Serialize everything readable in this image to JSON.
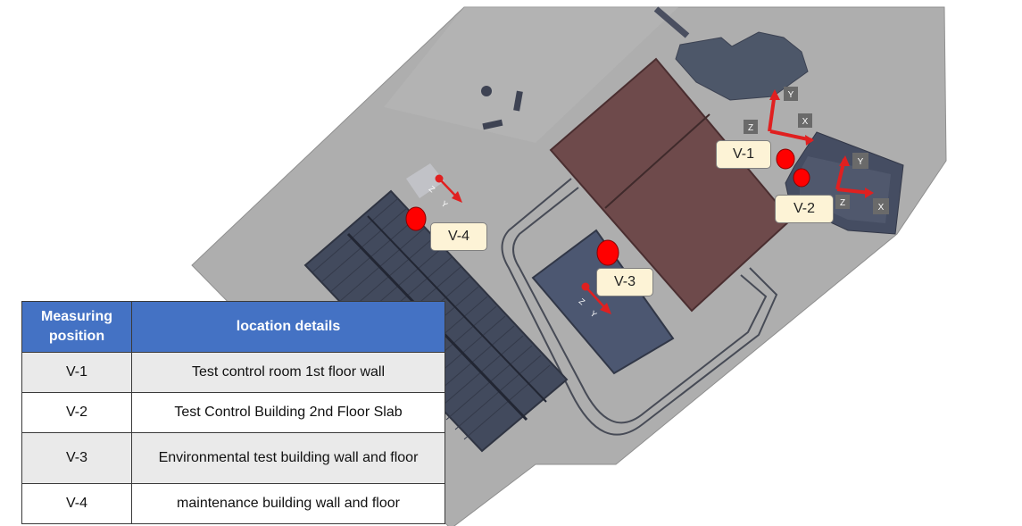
{
  "markers": [
    {
      "id": "V-1"
    },
    {
      "id": "V-2"
    },
    {
      "id": "V-3"
    },
    {
      "id": "V-4"
    }
  ],
  "axis_labels": {
    "x": "X",
    "y": "Y",
    "z": "Z"
  },
  "table": {
    "headers": [
      "Measuring position",
      "location details"
    ],
    "rows": [
      [
        "V-1",
        "Test control room 1st floor wall"
      ],
      [
        "V-2",
        "Test Control Building 2nd Floor Slab"
      ],
      [
        "V-3",
        "Environmental test building wall and floor"
      ],
      [
        "V-4",
        "maintenance building wall and floor"
      ]
    ]
  },
  "colors": {
    "marker": "#ff0000",
    "axis_arrow": "#e02020",
    "header_bg": "#4472c4",
    "tag_bg": "#fdf3d6",
    "roof_brown": "#6e4a4b",
    "roof_blue": "#4c5771"
  }
}
